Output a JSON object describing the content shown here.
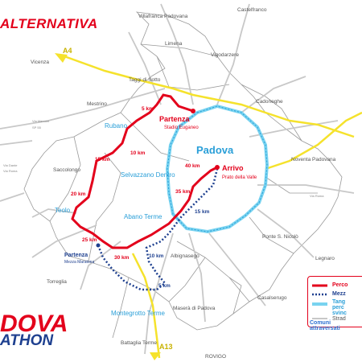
{
  "header": {
    "title": "ALTERNATIVA"
  },
  "logo": {
    "line1": "DOVA",
    "line2": "ATHON"
  },
  "towns": {
    "villafranca": "Villafranca Padovana",
    "castelfranco": "Castelfranco",
    "limena": "Limena",
    "vigodarzere": "Vigodarzere",
    "taggi": "Taggi di Sotto",
    "mestrino": "Mestrino",
    "cadoneghe": "Cadoneghe",
    "vicenza": "Vicenza",
    "rubano": "Rubano",
    "saccolongo": "Saccolongo",
    "selvazzano": "Selvazzano Dentro",
    "padova": "Padova",
    "noventa": "Noventa Padovana",
    "teolo": "Teolo",
    "abano": "Abano Terme",
    "ponte": "Ponte S. Nicolò",
    "legnaro": "Legnaro",
    "torreglia": "Torreglia",
    "albignasego": "Albignasego",
    "montegrotto": "Montegrotto Terme",
    "masera": "Maserà di Padova",
    "casalserugo": "Casalserugo",
    "battaglia": "Battaglia Terme",
    "rovigo": "ROVIGO"
  },
  "highways": {
    "a4": "A4",
    "a13": "A13"
  },
  "route": {
    "start_label": "Partenza",
    "start_venue": "Stadio Euganeo",
    "finish_label": "Arrivo",
    "finish_venue": "Prato della Valle",
    "alt_start_label": "Partenza",
    "alt_start_venue": "Mezza Maratona",
    "km_markers": [
      "5 km",
      "10 km",
      "15 km",
      "20 km",
      "25 km",
      "30 km",
      "35 km",
      "40 km",
      "10 km",
      "15 km",
      "5 km"
    ]
  },
  "legend": {
    "items": [
      "Perco",
      "Mezz",
      "Tang",
      "perc",
      "svinc",
      "Strad"
    ],
    "footer": "Comuni attraversati"
  },
  "colors": {
    "route_red": "#e3001b",
    "half_blue": "#1d3f8f",
    "ring_cyan": "#79d3f0",
    "highway_yellow": "#f5e22c",
    "town_blue": "#2a9fd8"
  }
}
